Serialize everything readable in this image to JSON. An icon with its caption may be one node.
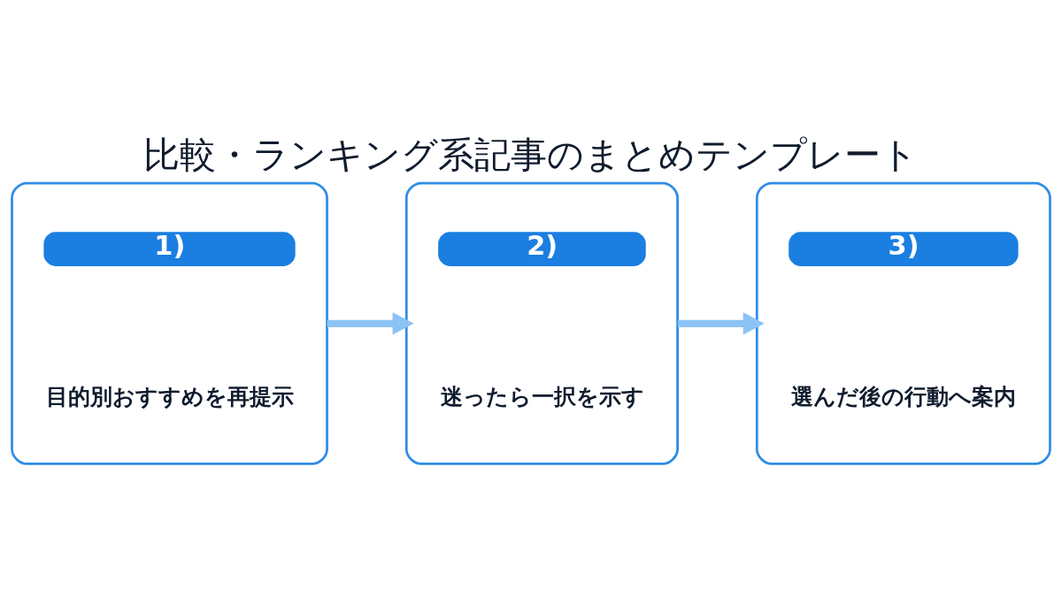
{
  "diagram": {
    "title": "比較・ランキング系記事のまとめテンプレート",
    "nodes": [
      {
        "text": [
          "1)",
          "目的別おすすめを再提示"
        ]
      },
      {
        "text": [
          "2)",
          "迷ったら一択を示す"
        ]
      },
      {
        "text": [
          "3)",
          "選んだ後の行動へ案内"
        ]
      }
    ],
    "edges": [
      {
        "from": 0,
        "to": 1,
        "arrow": "to"
      },
      {
        "from": 1,
        "to": 2,
        "arrow": "to"
      }
    ]
  }
}
